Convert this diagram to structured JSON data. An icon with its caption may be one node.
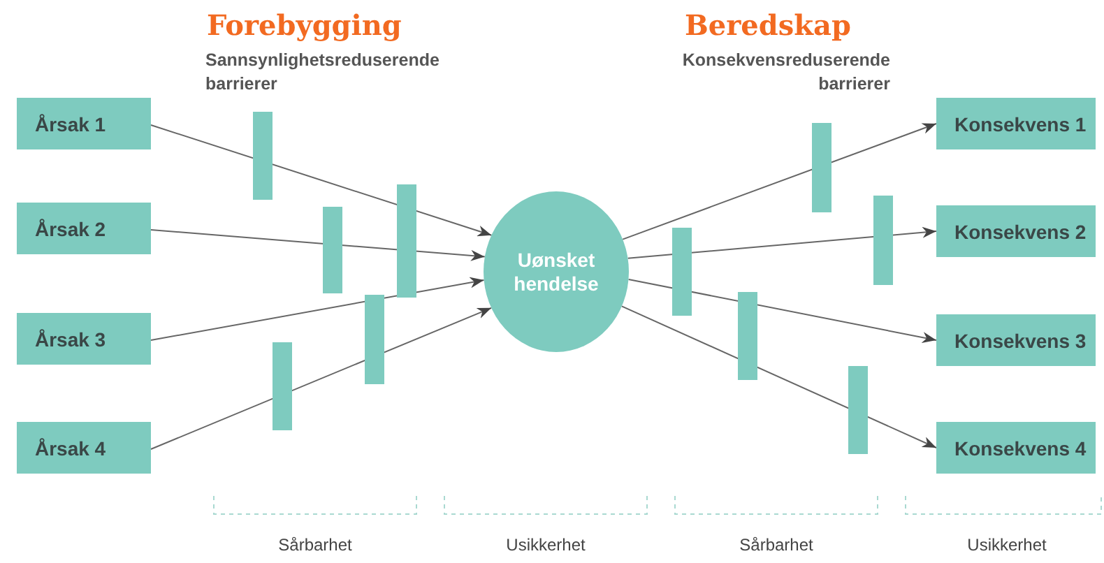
{
  "diagram": {
    "nodes": [
      {
        "text": [
          "Årsak 1"
        ]
      },
      {
        "text": [
          "Årsak 2"
        ]
      },
      {
        "text": [
          "Årsak 3"
        ]
      },
      {
        "text": [
          "Årsak 4"
        ]
      },
      {
        "text": [
          "Uønsket hendelse"
        ]
      },
      {
        "text": [
          "Konsekvens 1"
        ]
      },
      {
        "text": [
          "Konsekvens 2"
        ]
      },
      {
        "text": [
          "Konsekvens 3"
        ]
      },
      {
        "text": [
          "Konsekvens 4"
        ]
      }
    ],
    "edges": [
      {
        "from": 0,
        "to": 4,
        "arrow": "to"
      },
      {
        "from": 1,
        "to": 4,
        "arrow": "to"
      },
      {
        "from": 2,
        "to": 4,
        "arrow": "to"
      },
      {
        "from": 3,
        "to": 4,
        "arrow": "to"
      },
      {
        "from": 4,
        "to": 5,
        "arrow": "to"
      },
      {
        "from": 4,
        "to": 6,
        "arrow": "to"
      },
      {
        "from": 4,
        "to": 7,
        "arrow": "to"
      },
      {
        "from": 4,
        "to": 8,
        "arrow": "to"
      }
    ],
    "labels": [
      "Forebygging",
      "Sannsynlighetsreduserende barrierer",
      "Beredskap",
      "Konsekvensreduserende barrierer",
      "Sårbarhet",
      "Usikkerhet",
      "Sårbarhet",
      "Usikkerhet"
    ]
  }
}
